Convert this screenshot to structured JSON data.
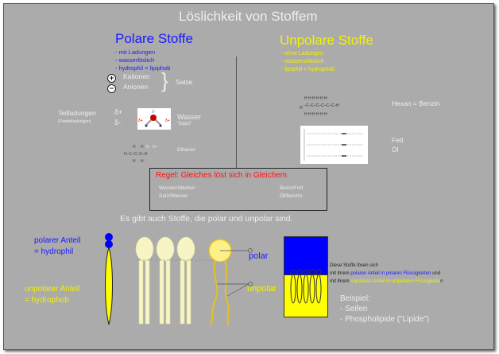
{
  "title": "Löslichkeit von Stoffem",
  "polar": {
    "heading": "Polare Stoffe",
    "bullets": [
      "- mit Ladungen",
      "- wasserlöslich",
      "- hydrophil = lipiphob"
    ],
    "kationen": "Kationen",
    "anionen": "Anionen",
    "salze": "Salze",
    "teilladungen": "Teilladungen",
    "partial": "(Partialladungen)",
    "delta_plus": "δ+",
    "delta_minus": "δ-",
    "wasser": "Wasser",
    "dipol": "\"Dipol\"",
    "ethanol": "Ethanol"
  },
  "unpolar": {
    "heading": "Unpolare Stoffe",
    "bullets": [
      "- ohne Ladungen",
      "- wasserunlöslich",
      "- lipophil = hydrophob"
    ],
    "hexan": "Hexan = Benzin",
    "fett": "Fett",
    "oel": "Öl"
  },
  "rule": {
    "title": "Regel: Gleiches löst sich in Gleichem",
    "left": [
      "Wasser/Alkohol",
      "Salz/Wasser"
    ],
    "right": [
      "Bezin/Fett",
      "Öl/Benzin"
    ]
  },
  "both": "Es gibt auch Stoffe, die polar und unpolar sind.",
  "amphi": {
    "polar_part": "polarer Anteil",
    "hydrophil": "= hydrophil",
    "unpolar_part": "unpolarer Anteil",
    "hydrophob": "= hydrophob",
    "polar": "polar",
    "unpolar": "unpolar"
  },
  "desc": {
    "line1": "Diese Stoffe lösen sich",
    "l2a": "mit ihrem ",
    "l2b": "polaren Anteil in polaren Flüssigkeiten",
    "l2c": " und",
    "l3a": "mit ihrem ",
    "l3b": "unpolaren Anteil in umpolaren Flüssigkeite",
    "l3c": "n"
  },
  "beispiel": {
    "title": "Beispiel:",
    "items": [
      "- Seifen",
      "- Phospholipide (\"Lipide\")"
    ]
  }
}
